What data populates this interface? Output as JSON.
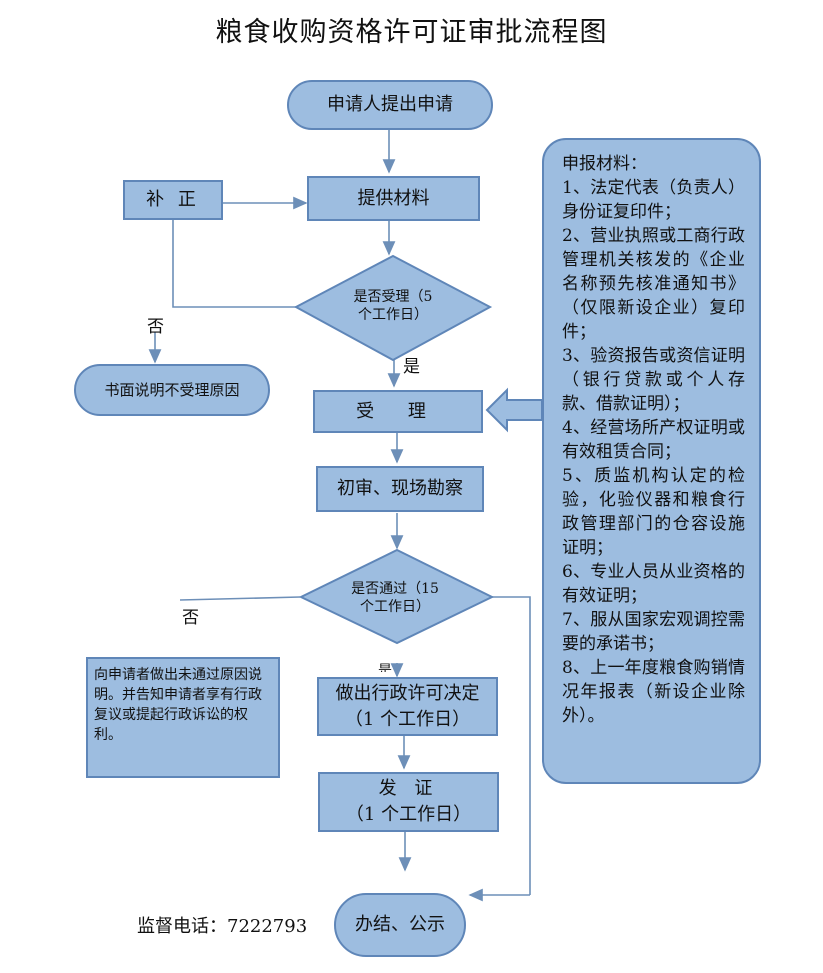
{
  "title": "粮食收购资格许可证审批流程图",
  "nodes": {
    "apply": "申请人提出申请",
    "provide": "提供材料",
    "supplement": "补 正",
    "decision1_line1": "是否受理（5",
    "decision1_line2": "个工作日）",
    "reject1": "书面说明不受理原因",
    "accept": "受 理",
    "review": "初审、现场勘察",
    "decision2_line1": "是否通过（15",
    "decision2_line2": "个工作日）",
    "decide_line1": "做出行政许可决定",
    "decide_line2": "（1 个工作日）",
    "issue_line1": "发 证",
    "issue_line2": "（1 个工作日）",
    "finish": "办结、公示",
    "reject2": "向申请者做出未通过原因说明。并告知申请者享有行政复议或提起行政诉讼的权利。"
  },
  "labels": {
    "no1": "否",
    "yes1": "是",
    "no2": "否",
    "yes2": "是"
  },
  "materials": {
    "heading": "申报材料：",
    "items": [
      "1、法定代表（负责人）身份证复印件；",
      "2、营业执照或工商行政管理机关核发的《企业名称预先核准通知书》（仅限新设企业）复印件；",
      "3、验资报告或资信证明（银行贷款或个人存款、借款证明）；",
      "4、经营场所产权证明或有效租赁合同；",
      "5、质监机构认定的检验，化验仪器和粮食行政管理部门的仓容设施证明；",
      "6、专业人员从业资格的有效证明；",
      "7、服从国家宏观调控需要的承诺书；",
      "8、上一年度粮食购销情况年报表（新设企业除外）。"
    ]
  },
  "footer": {
    "monitor": "监督电话：7222793"
  },
  "colors": {
    "fill": "#9dbde0",
    "stroke": "#5f86b8",
    "connector": "#6d8fb8"
  }
}
